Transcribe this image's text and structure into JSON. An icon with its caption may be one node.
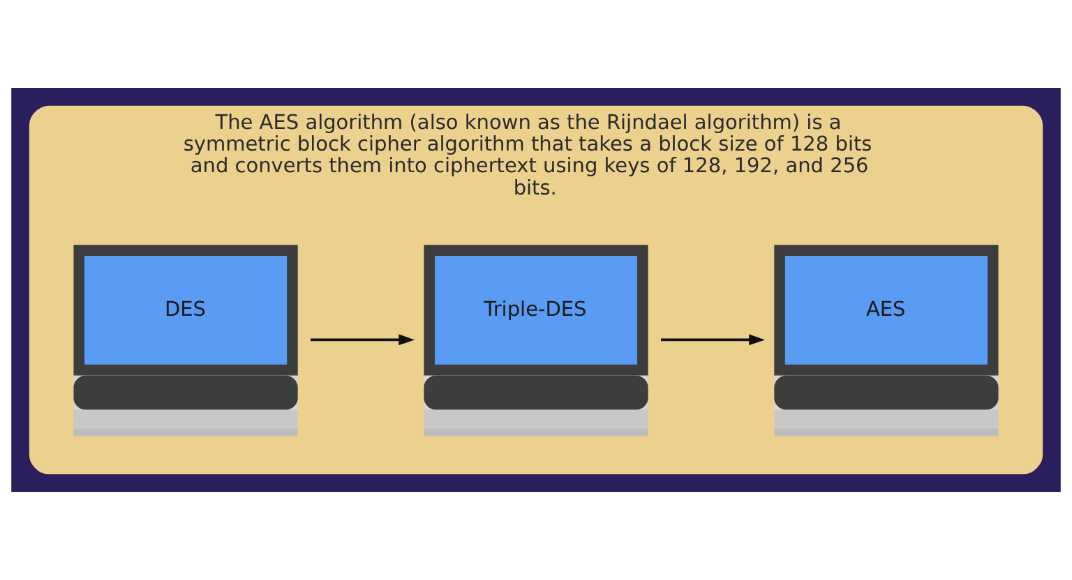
{
  "diagram": {
    "nodes": [
      {
        "text": [
          "The AES algorithm (also known as the Rijndael algorithm) is a symmetric block cipher algorithm that takes a block size of 128 bits and converts them into ciphertext using keys of 128, 192, and 256 bits."
        ]
      },
      {
        "text": [
          "DES"
        ],
        "in": 0
      },
      {
        "text": [
          "Triple-DES"
        ],
        "in": 0
      },
      {
        "text": [
          "AES"
        ],
        "in": 0
      }
    ],
    "edges": [
      {
        "from": 1,
        "to": 2,
        "arrow": "to"
      },
      {
        "from": 2,
        "to": 3,
        "arrow": "to"
      }
    ]
  }
}
